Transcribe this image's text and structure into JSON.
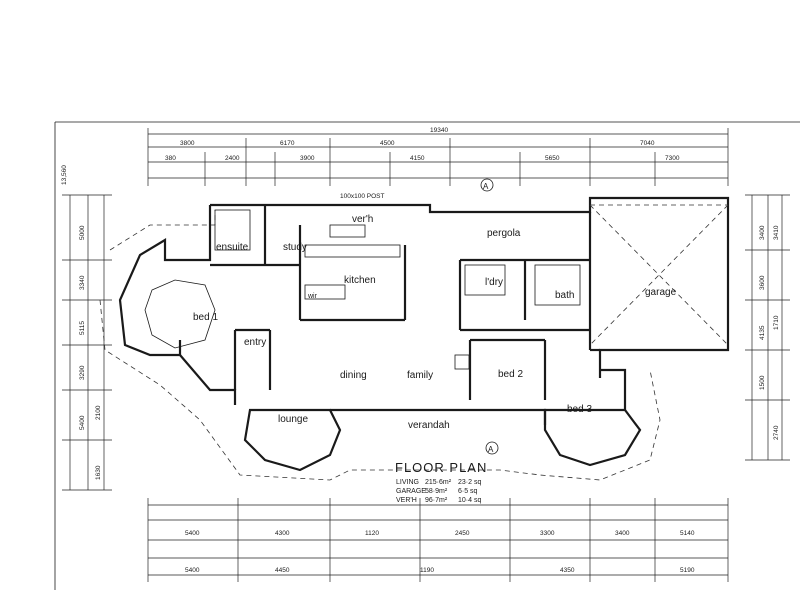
{
  "plan": {
    "title": "FLOOR PLAN",
    "areas": [
      {
        "label": "LIVING",
        "m2": "215·6m²",
        "sq": "23·2 sq"
      },
      {
        "label": "GARAGE",
        "m2": "58·9m²",
        "sq": "6·5 sq"
      },
      {
        "label": "VER'H",
        "m2": "96·7m²",
        "sq": "10·4 sq"
      }
    ],
    "rooms": {
      "ensuite": "ensuite",
      "study": "study",
      "verh": "ver'h",
      "kitchen": "kitchen",
      "pergola": "pergola",
      "ldry": "l'dry",
      "bath": "bath",
      "garage": "garage",
      "bed1": "bed 1",
      "entry": "entry",
      "dining": "dining",
      "family": "family",
      "bed2": "bed 2",
      "bed3": "bed 3",
      "lounge": "lounge",
      "verandah": "verandah",
      "wir": "wir"
    },
    "section_marker": "A",
    "post_note": "100x100 POST",
    "dimensions": {
      "top_overall": "19340",
      "top_row1": [
        "3800",
        "6170",
        "4500",
        "7040"
      ],
      "top_row2": [
        "380",
        "2400",
        "3900",
        "4150",
        "5650",
        "7300"
      ],
      "bottom_row1": [
        "5400",
        "4300",
        "1120",
        "2450",
        "3300",
        "3400",
        "5140"
      ],
      "bottom_row2": [
        "5400",
        "4450",
        "1190",
        "4350",
        "5190"
      ],
      "left_overall": "13,560",
      "left_marks": [
        "5000",
        "3340",
        "5115",
        "3290",
        "5400",
        "2100",
        "1630"
      ],
      "right_marks": [
        "3400",
        "3600",
        "4135",
        "1500",
        "3410",
        "1710",
        "2740"
      ]
    }
  }
}
